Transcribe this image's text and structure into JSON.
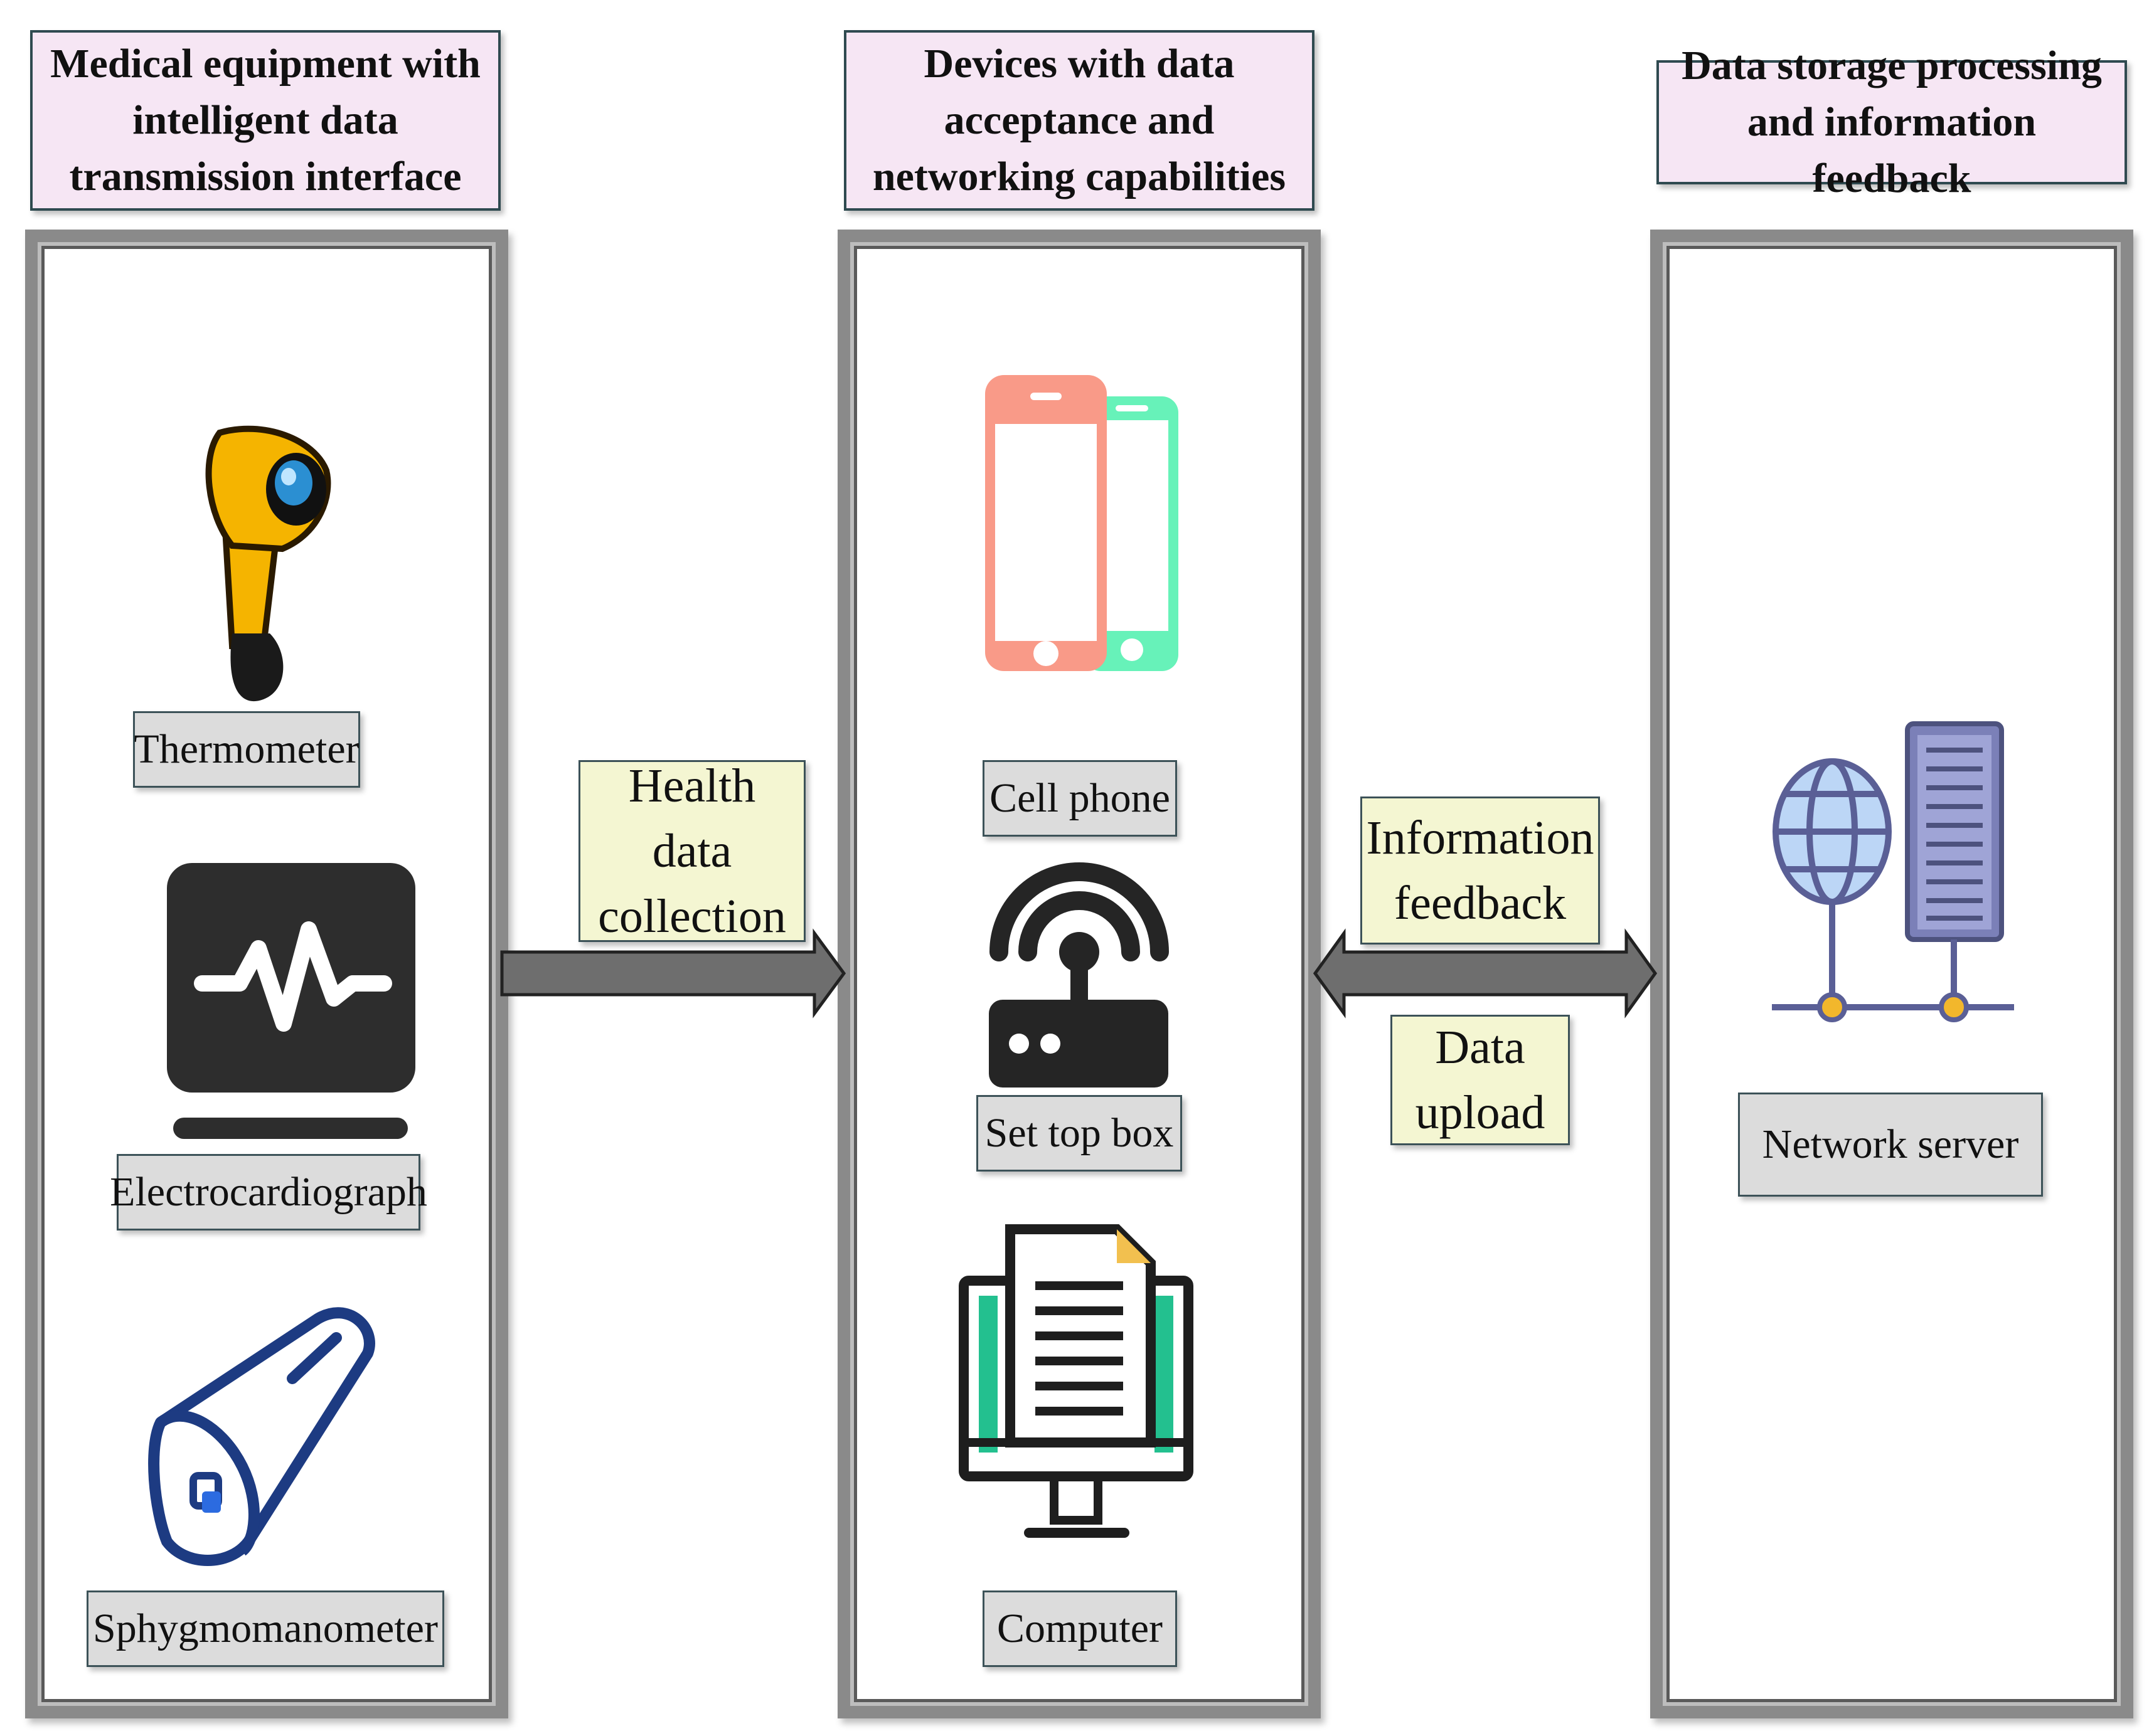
{
  "columns": [
    {
      "title": "Medical equipment with intelligent data transmission interface",
      "items": [
        "Thermometer",
        "Electrocardiograph",
        "Sphygmomanometer"
      ]
    },
    {
      "title": "Devices with data acceptance and networking capabilities",
      "items": [
        "Cell phone",
        "Set top box",
        "Computer"
      ]
    },
    {
      "title": "Data storage processing and information feedback",
      "items": [
        "Network server"
      ]
    }
  ],
  "connectors": {
    "health": "Health data collection",
    "feedback": "Information feedback",
    "upload": "Data upload"
  },
  "icons": [
    "barcode-scanner-icon",
    "ecg-monitor-icon",
    "sensor-device-icon",
    "smartphones-icon",
    "router-icon",
    "computer-document-icon",
    "globe-server-icon"
  ],
  "colors": {
    "header_fill": "#f6e6f4",
    "label_fill": "#dcdcdc",
    "note_fill": "#f4f6d2",
    "arrow_fill": "#6e6e6e"
  }
}
